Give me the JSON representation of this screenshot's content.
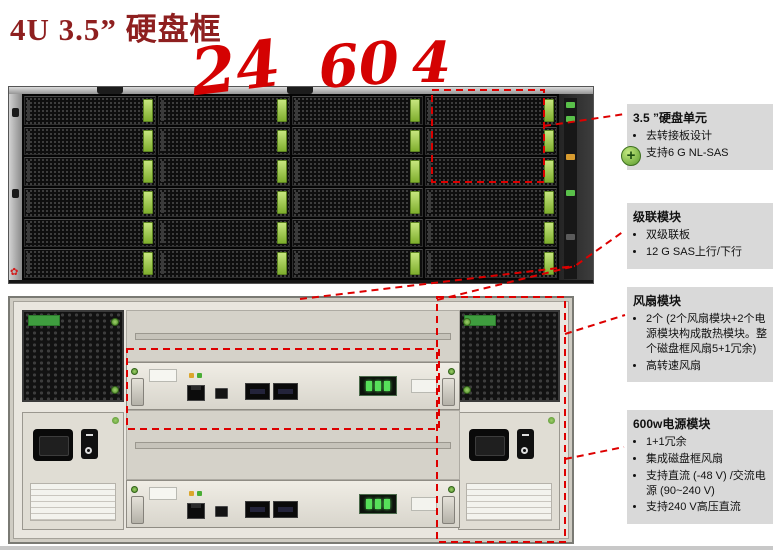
{
  "title": "4U 3.5” 硬盘框",
  "annotations": {
    "numbers": [
      "24",
      "60",
      "4"
    ]
  },
  "icons": {
    "huawei_logo": "✿",
    "plus_bullet": "+"
  },
  "front_view": {
    "rows": 6,
    "cols": 4
  },
  "callouts": [
    {
      "title": "3.5 ”硬盘单元",
      "bullets": [
        "去转接板设计",
        "支持6 G NL-SAS"
      ]
    },
    {
      "title": "级联模块",
      "bullets": [
        "双级联板",
        "12 G SAS上行/下行"
      ]
    },
    {
      "title": "风扇模块",
      "bullets": [
        "2个 (2个风扇模块+2个电源模块构成散热模块。整个磁盘框风扇5+1冗余)",
        "高转速风扇"
      ]
    },
    {
      "title": "600w电源模块",
      "bullets": [
        "1+1冗余",
        "集成磁盘框风扇",
        "支持直流 (-48 V) /交流电源 (90~240 V)",
        "支持240 V高压直流"
      ]
    }
  ]
}
